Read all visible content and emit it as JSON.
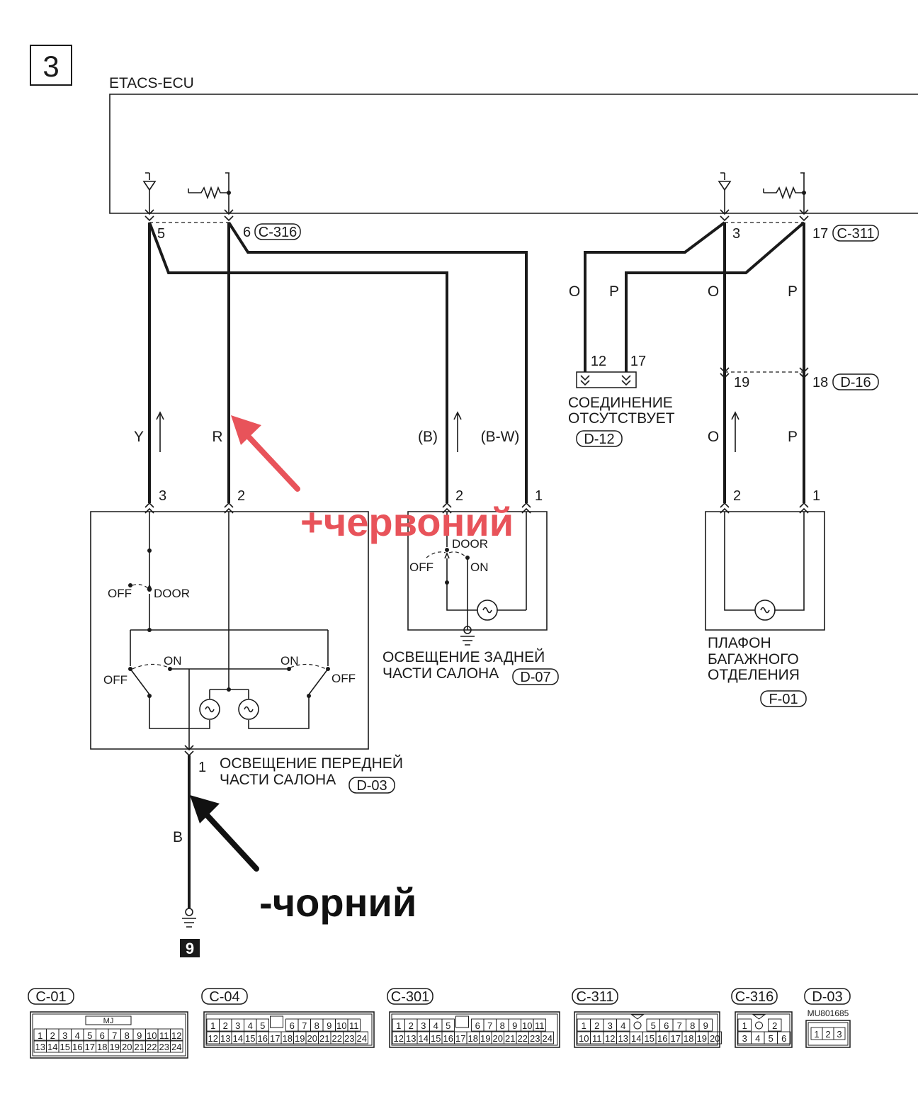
{
  "diagram": {
    "sheet_number": "3",
    "ecu_label": "ETACS-ECU",
    "pins": {
      "ecu_5": "5",
      "ecu_6": "6",
      "ecu_3": "3",
      "ecu_17": "17",
      "front_3": "3",
      "front_2": "2",
      "front_1": "1",
      "rear_2": "2",
      "rear_1": "1",
      "d12_12": "12",
      "d12_17": "17",
      "d16_19": "19",
      "d16_18": "18",
      "trunk_2": "2",
      "trunk_1": "1"
    },
    "connectors": {
      "c316": "C-316",
      "c311": "C-311",
      "d16": "D-16",
      "d12": "D-12",
      "d07": "D-07",
      "d03": "D-03",
      "f01": "F-01"
    },
    "wire_colors": {
      "y": "Y",
      "r": "R",
      "b_paren": "(B)",
      "bw_paren": "(B-W)",
      "o1": "O",
      "p1": "P",
      "o2": "O",
      "p2": "P",
      "o3": "O",
      "p3": "P",
      "b": "B"
    },
    "switch_labels": {
      "off1": "OFF",
      "door1": "DOOR",
      "off_left": "OFF",
      "on_left": "ON",
      "on_right": "ON",
      "off_right": "OFF",
      "door2": "DOOR",
      "off2": "OFF",
      "on2": "ON"
    },
    "components": {
      "front_line1": "ОСВЕЩЕНИЕ ПЕРЕДНЕЙ",
      "front_line2": "ЧАСТИ САЛОНА",
      "rear_line1": "ОСВЕЩЕНИЕ ЗАДНЕЙ",
      "rear_line2": "ЧАСТИ САЛОНА",
      "nc_line1": "СОЕДИНЕНИЕ",
      "nc_line2": "ОТСУТСТВУЕТ",
      "trunk_line1": "ПЛАФОН",
      "trunk_line2": "БАГАЖНОГО",
      "trunk_line3": "ОТДЕЛЕНИЯ"
    },
    "ground_ref": "9"
  },
  "annotations": {
    "red": "+червоний",
    "black": "-чорний",
    "red_color": "#e8535a",
    "black_color": "#111111"
  },
  "connector_legend": {
    "c01": {
      "name": "C-01",
      "marker": "MJ",
      "row1": [
        "1",
        "2",
        "3",
        "4",
        "5",
        "6",
        "7",
        "8",
        "9",
        "10",
        "11",
        "12"
      ],
      "row2": [
        "13",
        "14",
        "15",
        "16",
        "17",
        "18",
        "19",
        "20",
        "21",
        "22",
        "23",
        "24"
      ]
    },
    "c04": {
      "name": "C-04",
      "row1": [
        "1",
        "2",
        "3",
        "4",
        "5",
        "6",
        "7",
        "8",
        "9",
        "10",
        "11"
      ],
      "row2": [
        "12",
        "13",
        "14",
        "15",
        "16",
        "17",
        "18",
        "19",
        "20",
        "21",
        "22",
        "23",
        "24"
      ]
    },
    "c301": {
      "name": "C-301",
      "row1": [
        "1",
        "2",
        "3",
        "4",
        "5",
        "6",
        "7",
        "8",
        "9",
        "10",
        "11"
      ],
      "row2": [
        "12",
        "13",
        "14",
        "15",
        "16",
        "17",
        "18",
        "19",
        "20",
        "21",
        "22",
        "23",
        "24"
      ]
    },
    "c311": {
      "name": "C-311",
      "row1": [
        "1",
        "2",
        "3",
        "4",
        "5",
        "6",
        "7",
        "8",
        "9"
      ],
      "row2": [
        "10",
        "11",
        "12",
        "13",
        "14",
        "15",
        "16",
        "17",
        "18",
        "19",
        "20"
      ]
    },
    "c316": {
      "name": "C-316",
      "row1": [
        "1",
        "2"
      ],
      "row2": [
        "3",
        "4",
        "5",
        "6"
      ]
    },
    "d03": {
      "name": "D-03",
      "part_number": "MU801685",
      "row1": [
        "1",
        "2",
        "3"
      ]
    }
  }
}
